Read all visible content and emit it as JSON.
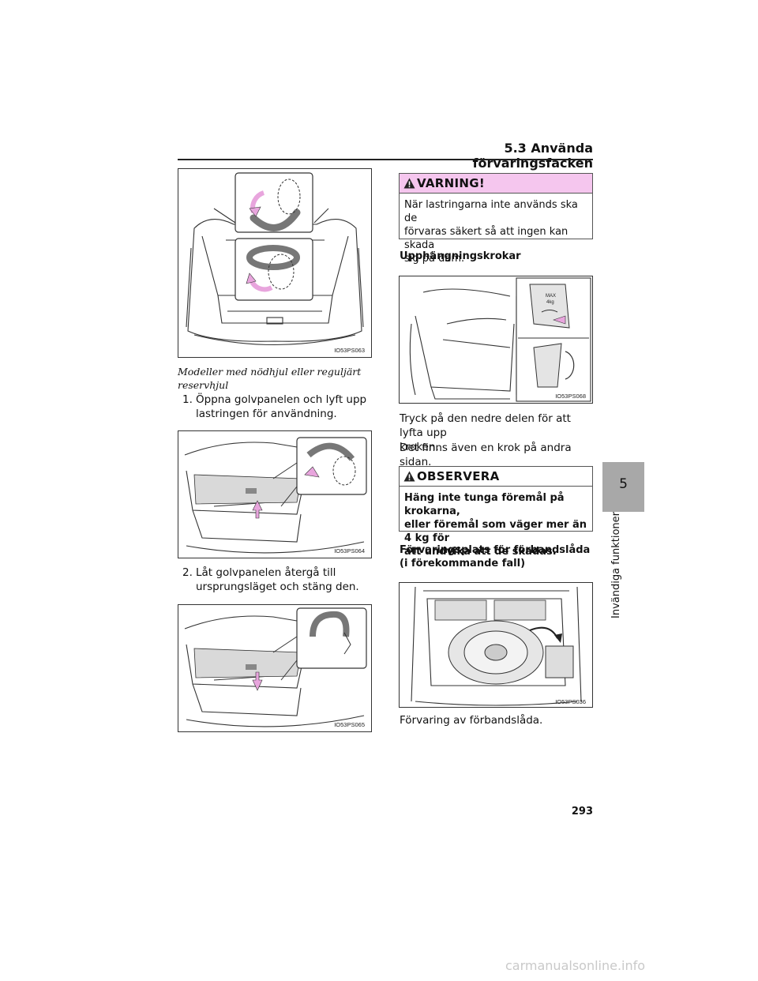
{
  "header": {
    "section": "5.3 Använda förvaringsfacken"
  },
  "figures": {
    "f1": "IO53PS063",
    "f2": "IO53PS064",
    "f3": "IO53PS065",
    "f4": "IO53PS068",
    "f5": "IO53PS036"
  },
  "left": {
    "italic_caption": "Modeller med nödhjul eller reguljärt reservhjul",
    "step1": {
      "num": "1.",
      "line1": "Öppna golvpanelen och lyft upp",
      "line2": "lastringen för användning."
    },
    "step2": {
      "num": "2.",
      "line1": "Låt golvpanelen återgå till",
      "line2": "ursprungsläget och stäng den."
    }
  },
  "right": {
    "warning": {
      "title": "VARNING!",
      "line1": "När lastringarna inte används ska de",
      "line2": "förvaras säkert så att ingen kan skada",
      "line3": "sig på dem."
    },
    "hooks_heading": "Upphängningskrokar",
    "hook_label": {
      "line1": "MAX",
      "line2": "4kg"
    },
    "hooks_text1_line1": "Tryck på den nedre delen för att lyfta upp",
    "hooks_text1_line2": "kroken.",
    "hooks_text2": "Det finns även en krok på andra sidan.",
    "notice": {
      "title": "OBSERVERA",
      "line1": "Häng inte tunga föremål på krokarna,",
      "line2": "eller föremål som väger mer än 4 kg för",
      "line3": "att undvika att de skadas."
    },
    "firstaid_heading_line1": "Förvaringsplats för förbandslåda",
    "firstaid_heading_line2": "(i förekommande fall)",
    "firstaid_caption": "Förvaring av förbandslåda."
  },
  "side_tab": {
    "number": "5",
    "label": "Invändiga funktioner"
  },
  "page_number": "293",
  "watermark": "carmanualsonline.info"
}
